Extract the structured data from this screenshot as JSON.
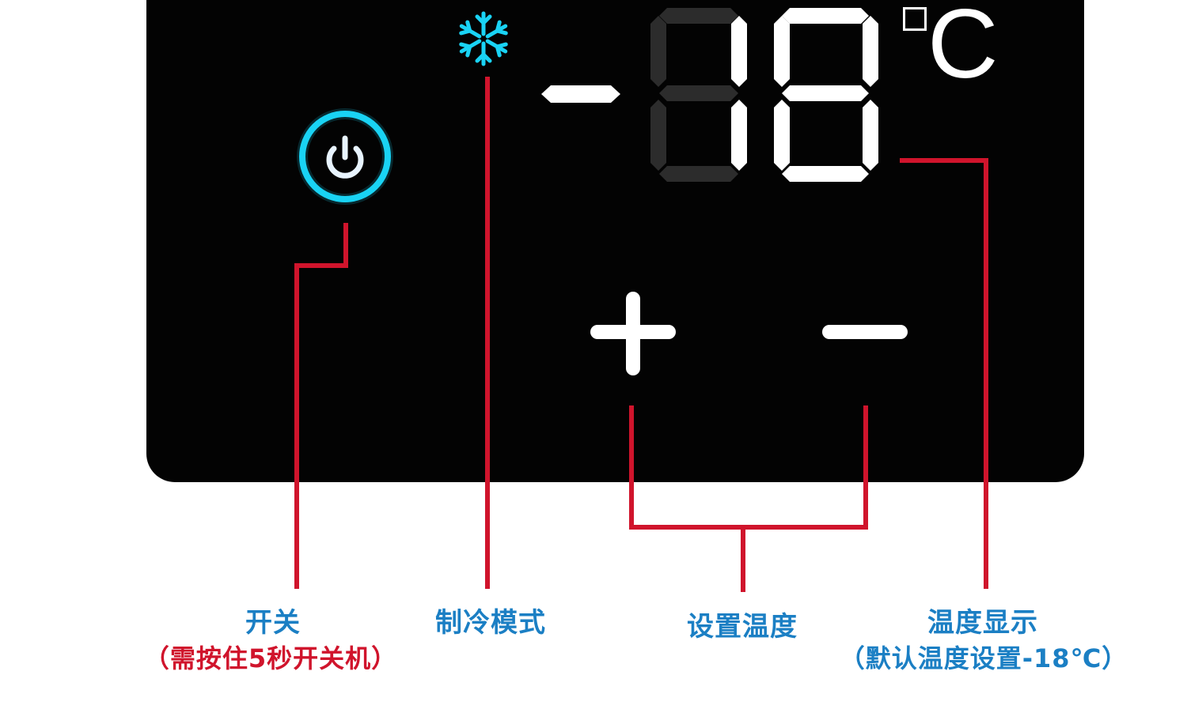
{
  "display": {
    "sign": "-",
    "temperature": "18",
    "unit": "°C",
    "unit_letter": "C",
    "mode_icon": "snowflake-icon",
    "power_icon": "power-icon"
  },
  "controls": {
    "increase_symbol": "+",
    "decrease_symbol": "−"
  },
  "callouts": {
    "power": {
      "title": "开关",
      "note": "（需按住5秒开关机）"
    },
    "cooling_mode": {
      "title": "制冷模式"
    },
    "set_temperature": {
      "title": "设置温度"
    },
    "temperature_display": {
      "title": "温度显示",
      "note": "（默认温度设置-18℃）"
    }
  },
  "colors": {
    "panel": "#030303",
    "accent_cyan": "#19d3f5",
    "segment_on": "#ffffff",
    "segment_off": "#2c2c2c",
    "leader_line": "#d0142c",
    "label_blue": "#1b7fc4",
    "label_red": "#d0142c"
  }
}
